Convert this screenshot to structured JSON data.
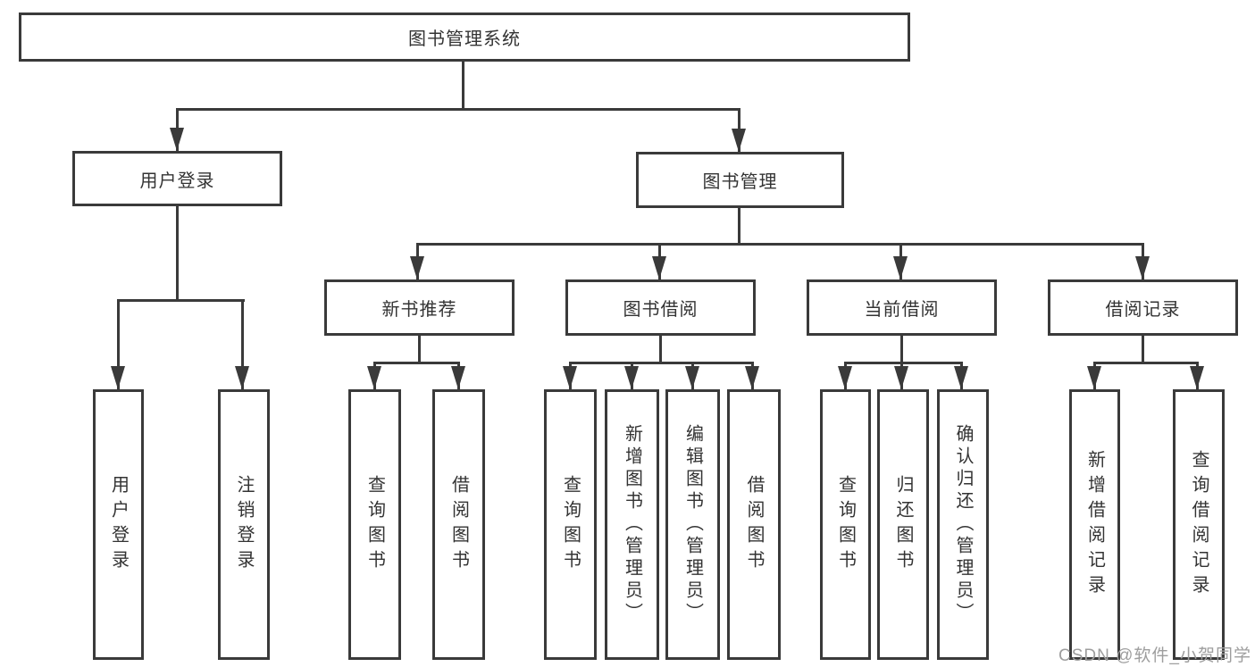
{
  "diagram": {
    "root": "图书管理系统",
    "level2": [
      "用户登录",
      "图书管理"
    ],
    "level3": [
      "新书推荐",
      "图书借阅",
      "当前借阅",
      "借阅记录"
    ],
    "leaves": {
      "user_login": [
        "用户登录",
        "注销登录"
      ],
      "new_books": [
        "查询图书",
        "借阅图书"
      ],
      "book_borrow": [
        "查询图书",
        "新增图书（管理员）",
        "编辑图书（管理员）",
        "借阅图书"
      ],
      "current_borrow": [
        "查询图书",
        "归还图书",
        "确认归还（管理员）"
      ],
      "borrow_records": [
        "新增借阅记录",
        "查询借阅记录"
      ]
    }
  },
  "watermark": "CSDN @软件_小贺同学",
  "colors": {
    "line": "#3a3a3a",
    "text": "#333333",
    "watermark": "#9e9e9e",
    "background": "#ffffff"
  }
}
